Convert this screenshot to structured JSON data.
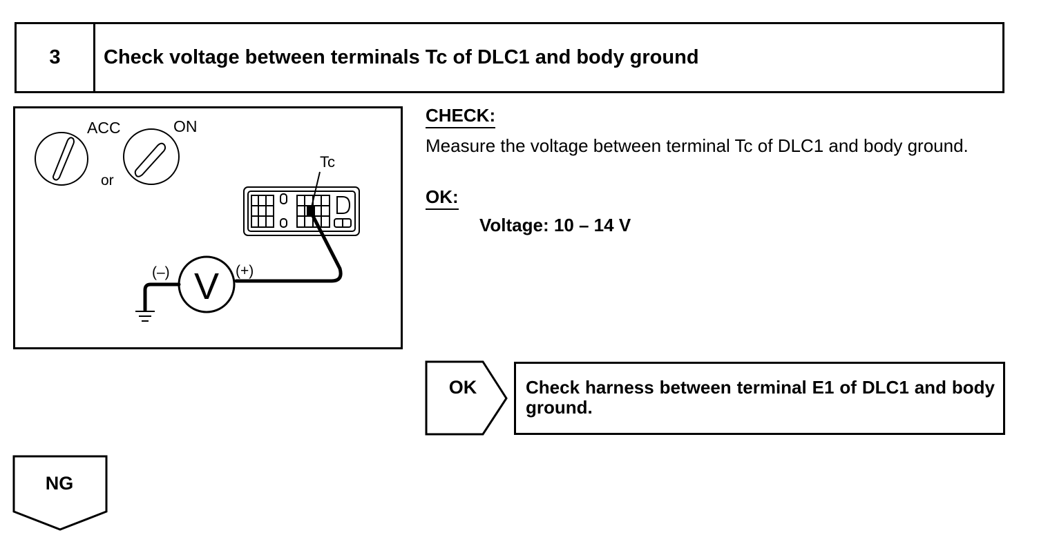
{
  "step": {
    "number": "3",
    "title": "Check voltage between terminals Tc of DLC1 and body ground"
  },
  "diagram": {
    "acc_label": "ACC",
    "on_label": "ON",
    "or_label": "or",
    "tc_label": "Tc",
    "neg_label": "(–)",
    "pos_label": "(+)",
    "meter_label": "V"
  },
  "check": {
    "heading": "CHECK:",
    "text": "Measure the voltage between terminal Tc of DLC1 and body ground."
  },
  "ok": {
    "heading": "OK:",
    "spec": "Voltage: 10 – 14 V"
  },
  "branch_ok": {
    "label": "OK",
    "action": "Check harness between terminal E1 of DLC1 and body ground."
  },
  "branch_ng": {
    "label": "NG"
  }
}
